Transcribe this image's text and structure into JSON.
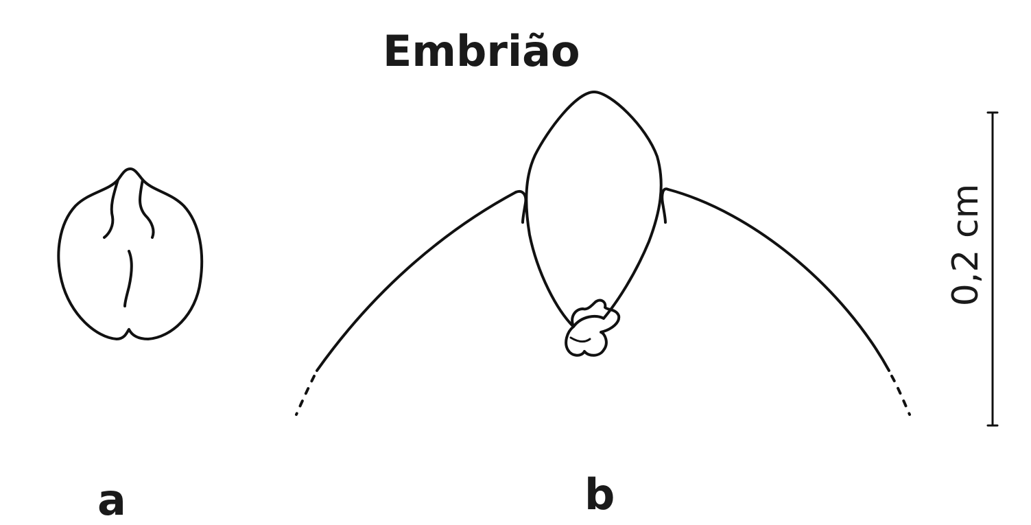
{
  "figure": {
    "title": "Embrião",
    "panel_labels": [
      "a",
      "b"
    ],
    "scale_bar": {
      "label": "0,2 cm"
    },
    "colors": {
      "line": "#111111",
      "background": "#ffffff",
      "scale_bar": "#666666"
    }
  }
}
